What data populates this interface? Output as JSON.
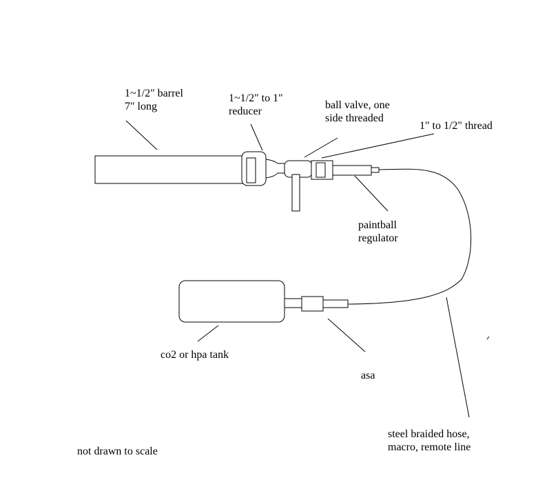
{
  "labels": {
    "barrel_line1": "1~1/2\" barrel",
    "barrel_line2": "7\" long",
    "reducer_line1": "1~1/2\" to 1\"",
    "reducer_line2": "reducer",
    "ball_valve_line1": "ball valve, one",
    "ball_valve_line2": "side threaded",
    "thread": "1\" to 1/2\" thread",
    "regulator_line1": "paintball",
    "regulator_line2": "regulator",
    "tank": "co2 or hpa tank",
    "asa": "asa",
    "hose_line1": "steel braided hose,",
    "hose_line2": "macro, remote line",
    "note": "not drawn to scale"
  }
}
